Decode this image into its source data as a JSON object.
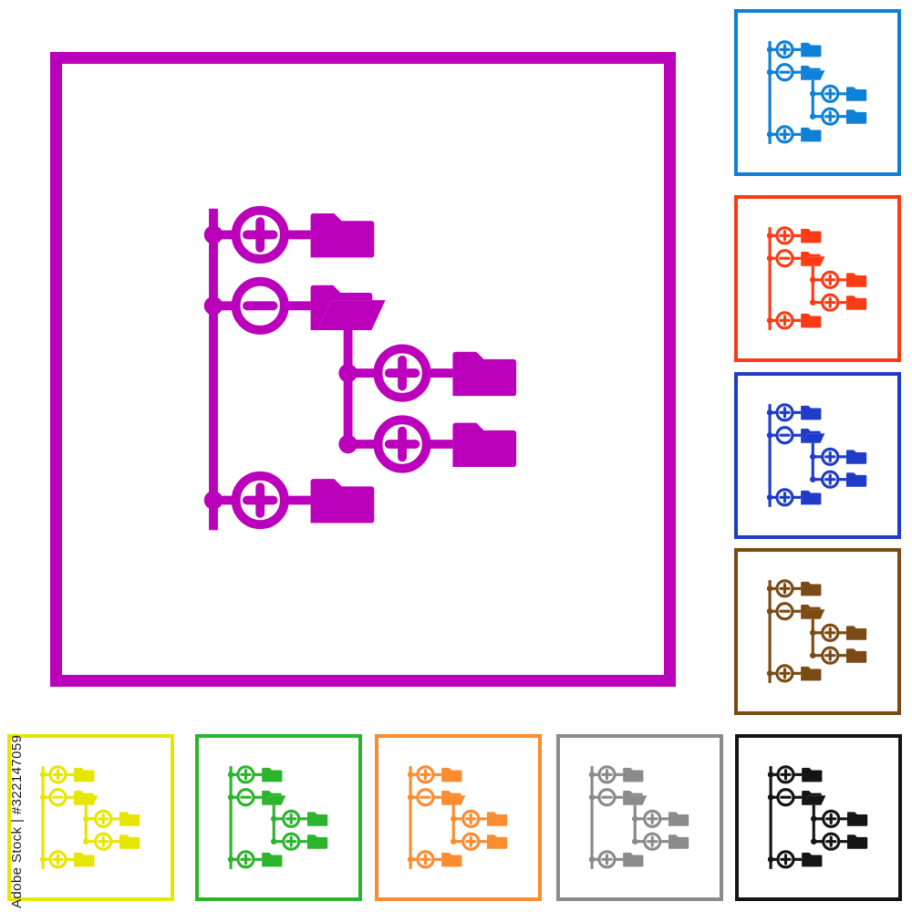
{
  "watermark": {
    "label": "Adobe Stock",
    "stock_id": "#322147059",
    "text": "Adobe Stock | #322147059"
  },
  "icon": {
    "name": "folder-tree-icon",
    "description": "Directory tree structure flat icon with add (plus) and remove (minus) folder nodes, one open folder with two nested subfolders",
    "elements": [
      "tree-trunk-line",
      "node-dot",
      "plus-circle-icon",
      "minus-circle-icon",
      "closed-folder-icon",
      "open-folder-icon"
    ]
  },
  "tiles": [
    {
      "name": "magenta-large",
      "color": "#bb00bb",
      "size": "large"
    },
    {
      "name": "blue",
      "color": "#0d80d8",
      "size": "small"
    },
    {
      "name": "red",
      "color": "#fa3b16",
      "size": "small"
    },
    {
      "name": "navy-blue",
      "color": "#1e3cc8",
      "size": "small"
    },
    {
      "name": "brown",
      "color": "#7c4a14",
      "size": "small"
    },
    {
      "name": "yellow",
      "color": "#e6e600",
      "size": "small"
    },
    {
      "name": "green",
      "color": "#2db42d",
      "size": "small"
    },
    {
      "name": "orange",
      "color": "#fb8c30",
      "size": "small"
    },
    {
      "name": "gray",
      "color": "#8b8b8b",
      "size": "small"
    },
    {
      "name": "black",
      "color": "#141414",
      "size": "small"
    }
  ]
}
